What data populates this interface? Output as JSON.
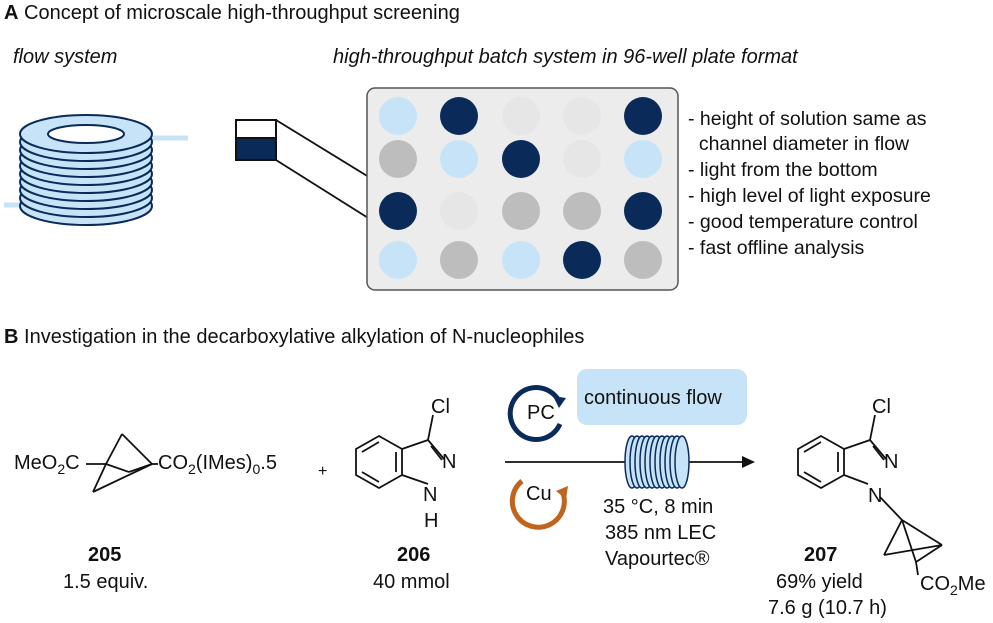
{
  "section_a": {
    "letter": "A",
    "title": "Concept of microscale high-throughput screening"
  },
  "flow_label": "flow system",
  "batch_label": "high-throughput batch system in 96-well plate format",
  "colors": {
    "dark": "#0a2a5a",
    "light": "#c7e3f8",
    "grey": "#bdbdbd",
    "pale": "#e6e6e6",
    "pc_ring": "#0a2a5a",
    "cu_ring": "#c0641e",
    "flow_box": "#c7e3f8"
  },
  "plate_rows": [
    [
      "light",
      "dark",
      "pale",
      "pale",
      "dark"
    ],
    [
      "grey",
      "light",
      "dark",
      "pale",
      "light"
    ],
    [
      "dark",
      "pale",
      "grey",
      "grey",
      "dark"
    ],
    [
      "light",
      "grey",
      "light",
      "dark",
      "grey"
    ]
  ],
  "notes": [
    "- height of solution same as",
    "  channel diameter in flow",
    "- light from the bottom",
    "- high level of light exposure",
    "- good temperature control",
    "- fast offline analysis"
  ],
  "section_b": {
    "letter": "B",
    "title": "Investigation in the decarboxylative alkylation of N-nucleophiles"
  },
  "reagent1": {
    "left": "MeO",
    "left_sub": "2",
    "left_end": "C",
    "right": "CO",
    "right_sub": "2",
    "right_mid": "(IMes)",
    "right_sub2": "0",
    "right_end": ".5",
    "id": "205",
    "amount": "1.5 equiv."
  },
  "plus": "+",
  "reagent2": {
    "cl": "Cl",
    "n": "N",
    "nh": "N",
    "h": "H",
    "id": "206",
    "amount": "40 mmol"
  },
  "conditions": {
    "pc": "PC",
    "cu": "Cu",
    "box": "continuous flow",
    "line1": "35 °C, 8 min",
    "line2": "385 nm LEC",
    "line3": "Vapourtec®"
  },
  "product": {
    "cl": "Cl",
    "n2": "N",
    "n1": "N",
    "ester": "CO",
    "ester_sub": "2",
    "ester_end": "Me",
    "id": "207",
    "yield": "69% yield",
    "mass": "7.6 g (10.7 h)"
  }
}
